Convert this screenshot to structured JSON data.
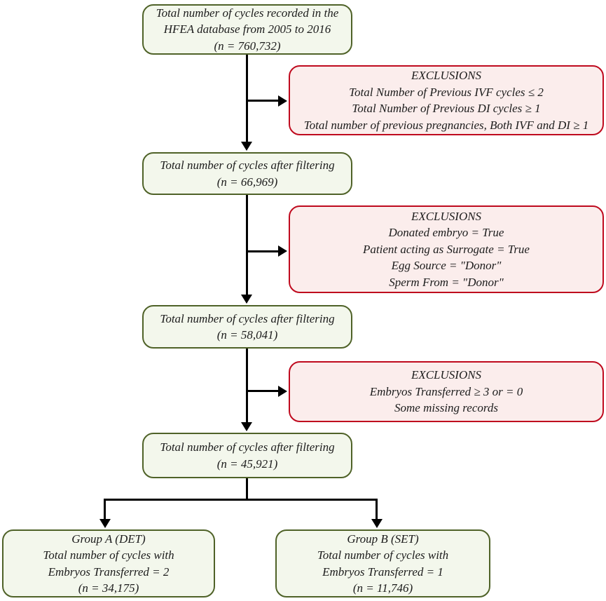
{
  "colors": {
    "green_box_border": "#4f6228",
    "green_box_fill": "#f3f7ec",
    "red_box_border": "#bf0a1e",
    "red_box_fill": "#fbedec",
    "connector": "#000000",
    "text": "#1c1c1c"
  },
  "nodes": {
    "source": {
      "lines": [
        "Total number of cycles recorded in the",
        "HFEA database from 2005 to 2016",
        "(n = 760,732)"
      ]
    },
    "exclusions1": {
      "lines": [
        "EXCLUSIONS",
        "Total Number of Previous IVF cycles ≤ 2",
        "Total Number of Previous DI cycles ≥ 1",
        "Total number of previous pregnancies, Both IVF and DI ≥ 1"
      ]
    },
    "filtered1": {
      "lines": [
        "Total number of cycles after filtering",
        "(n = 66,969)"
      ]
    },
    "exclusions2": {
      "lines": [
        "EXCLUSIONS",
        "Donated embryo = True",
        "Patient acting as Surrogate = True",
        "Egg Source = \"Donor\"",
        "Sperm From = \"Donor\""
      ]
    },
    "filtered2": {
      "lines": [
        "Total number of cycles after filtering",
        "(n = 58,041)"
      ]
    },
    "exclusions3": {
      "lines": [
        "EXCLUSIONS",
        "Embryos Transferred ≥ 3 or = 0",
        "Some missing records"
      ]
    },
    "filtered3": {
      "lines": [
        "Total number of cycles after filtering",
        "(n = 45,921)"
      ]
    },
    "groupA": {
      "lines": [
        "Group A (DET)",
        "Total number of cycles with",
        "Embryos Transferred = 2",
        "(n = 34,175)"
      ]
    },
    "groupB": {
      "lines": [
        "Group B (SET)",
        "Total number of cycles with",
        "Embryos Transferred = 1",
        "(n = 11,746)"
      ]
    }
  }
}
